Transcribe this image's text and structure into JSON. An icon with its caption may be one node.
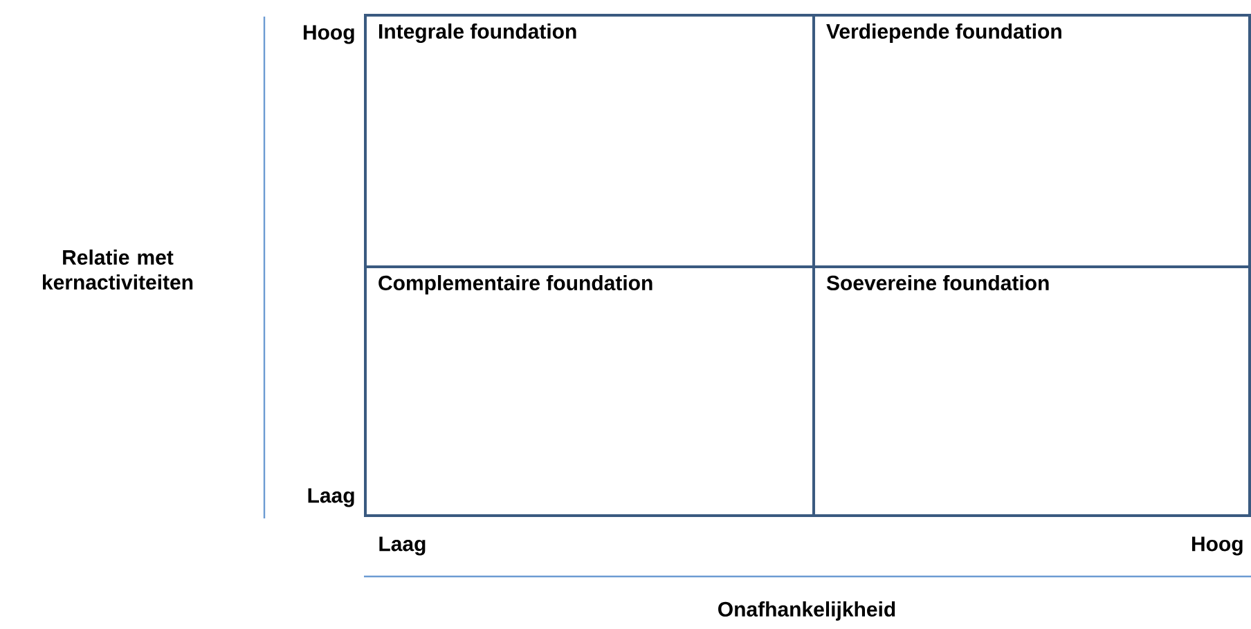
{
  "diagram": {
    "nodes": [
      {
        "text": [
          "Integrale foundation"
        ]
      },
      {
        "text": [
          "Verdiepende foundation"
        ]
      },
      {
        "text": [
          "Complementaire foundation"
        ]
      },
      {
        "text": [
          "Soevereine foundation"
        ]
      }
    ],
    "labels": [
      "Hoog",
      "Relatie met kernactiviteiten",
      "Laag",
      "Laag",
      "Hoog",
      "Onafhankelijkheid"
    ]
  }
}
